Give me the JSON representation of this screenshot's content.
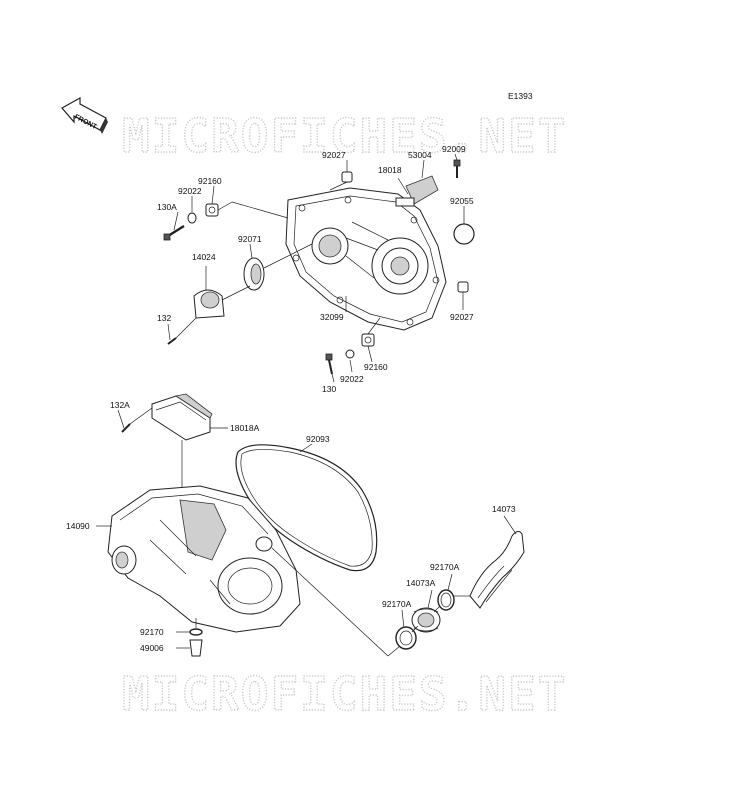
{
  "diagram_code": "E1393",
  "watermark": "MICROFICHES.NET",
  "front_label": "FRONT",
  "parts": [
    {
      "id": "92027",
      "label": "92027"
    },
    {
      "id": "53004",
      "label": "53004"
    },
    {
      "id": "92009",
      "label": "92009"
    },
    {
      "id": "18018",
      "label": "18018"
    },
    {
      "id": "92160",
      "label": "92160"
    },
    {
      "id": "92022",
      "label": "92022"
    },
    {
      "id": "130A",
      "label": "130A"
    },
    {
      "id": "92055",
      "label": "92055"
    },
    {
      "id": "92071",
      "label": "92071"
    },
    {
      "id": "14024",
      "label": "14024"
    },
    {
      "id": "132",
      "label": "132"
    },
    {
      "id": "32099",
      "label": "32099"
    },
    {
      "id": "92027b",
      "label": "92027"
    },
    {
      "id": "92160b",
      "label": "92160"
    },
    {
      "id": "92022b",
      "label": "92022"
    },
    {
      "id": "130",
      "label": "130"
    },
    {
      "id": "132A",
      "label": "132A"
    },
    {
      "id": "18018A",
      "label": "18018A"
    },
    {
      "id": "92093",
      "label": "92093"
    },
    {
      "id": "14090",
      "label": "14090"
    },
    {
      "id": "14073",
      "label": "14073"
    },
    {
      "id": "92170A",
      "label": "92170A"
    },
    {
      "id": "14073A",
      "label": "14073A"
    },
    {
      "id": "92170Ab",
      "label": "92170A"
    },
    {
      "id": "92170",
      "label": "92170"
    },
    {
      "id": "49006",
      "label": "49006"
    }
  ]
}
